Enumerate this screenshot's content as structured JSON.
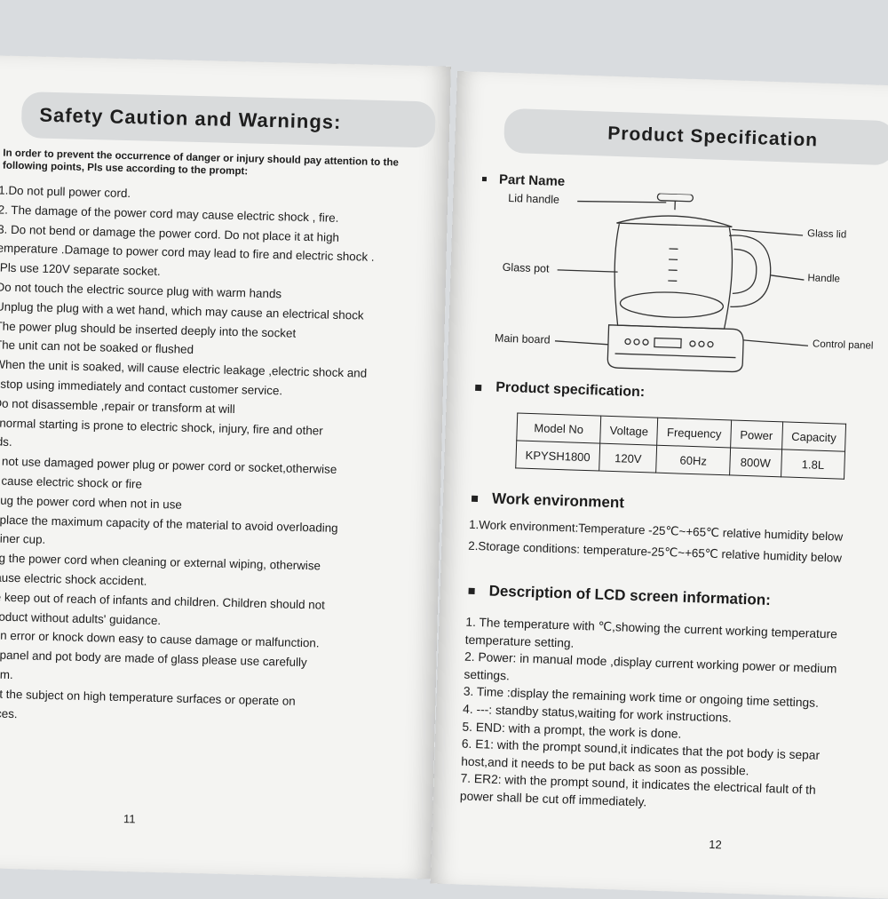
{
  "left_page": {
    "title": "Safety Caution and Warnings:",
    "intro": "In order to prevent the occurrence of danger or injury should pay attention to the following points, Pls use according to the prompt:",
    "lines": [
      "1.Do not pull power cord.",
      "2. The damage of the power cord may cause electric shock , fire.",
      "3. Do not bend or damage the power cord. Do not place it at high",
      "emperature .Damage to power cord may lead to fire and electric shock .",
      ".Pls use 120V separate socket.",
      "Do not touch the electric source plug with warm hands",
      "Unplug the plug with a wet hand, which may cause an electrical shock",
      "The power plug should be inserted deeply into the socket",
      "The unit can not be soaked or flushed",
      "When the unit is soaked, will cause electric leakage ,electric shock and",
      ", stop using immediately and contact customer service.",
      "Do not disassemble ,repair or transform at will",
      "bnormal starting is prone to electric shock, injury, fire and other",
      "rds.",
      "o not use damaged power plug or power cord or socket,otherwise",
      "o cause electric shock or fire",
      "plug the power cord when not in use",
      "y place the maximum capacity of the material to avoid overloading",
      "tainer cup.",
      "lug the power cord when cleaning or external wiping, otherwise",
      "cause electric shock accident.",
      "se keep out of reach of infants and children. Children should not",
      "product without adults' guidance.",
      "tion error or knock down easy to cause damage or malfunction.",
      "st panel and pot body are made of glass please use carefully",
      "hem.",
      "out the subject on high temperature surfaces or operate on",
      "faces."
    ],
    "page_number": "11"
  },
  "right_page": {
    "title": "Product Specification",
    "part_name": {
      "heading": "Part Name",
      "labels": {
        "lid_handle": "Lid handle",
        "glass_lid": "Glass lid",
        "glass_pot": "Glass pot",
        "handle": "Handle",
        "main_board": "Main board",
        "control_panel": "Control panel"
      }
    },
    "spec": {
      "heading": "Product specification:",
      "headers": [
        "Model No",
        "Voltage",
        "Frequency",
        "Power",
        "Capacity"
      ],
      "row": [
        "KPYSH1800",
        "120V",
        "60Hz",
        "800W",
        "1.8L"
      ]
    },
    "work_env": {
      "heading": "Work environment",
      "lines": [
        "1.Work environment:Temperature -25℃~+65℃ relative humidity below",
        "2.Storage conditions: temperature-25℃~+65℃ relative humidity below"
      ]
    },
    "lcd": {
      "heading": "Description of LCD screen information:",
      "lines": [
        "1. The temperature with ℃,showing the current working temperature",
        "temperature setting.",
        "2. Power: in manual mode ,display current working power or medium",
        "settings.",
        "3. Time :display the remaining work time or ongoing time settings.",
        "4. ---: standby status,waiting for work instructions.",
        "5. END: with a prompt, the work is done.",
        "6. E1: with the prompt sound,it indicates that the pot body is separ",
        "host,and it needs to be put back as soon as possible.",
        "7. ER2: with the prompt sound, it indicates the electrical fault of th",
        "power shall be cut off immediately."
      ]
    },
    "page_number": "12"
  }
}
